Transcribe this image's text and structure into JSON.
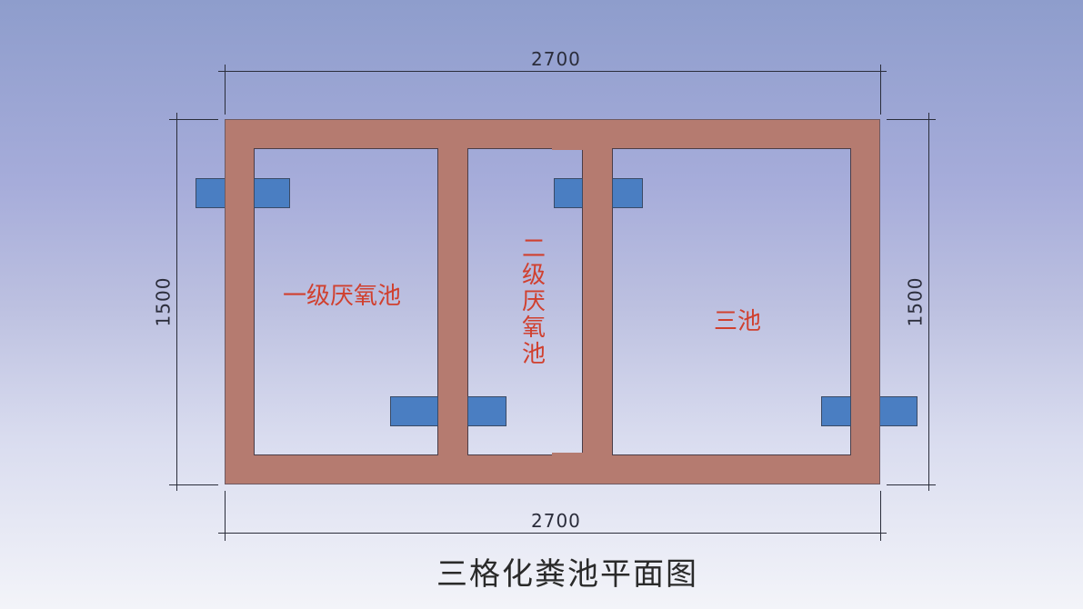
{
  "diagram": {
    "title": "三格化粪池平面图",
    "colors": {
      "wall": "#b57b70",
      "pipe": "#4a7ec2",
      "label": "#d0402f",
      "dimension": "#2b2d3b",
      "background_top": "#8e9dcc",
      "background_bottom": "#f3f4f9"
    },
    "chambers": [
      {
        "label": "一级厌氧池",
        "orientation": "horizontal"
      },
      {
        "label": "二级厌氧池",
        "orientation": "vertical"
      },
      {
        "label": "三池",
        "orientation": "horizontal"
      }
    ],
    "dimensions": {
      "top_width": "2700",
      "bottom_width": "2700",
      "left_height": "1500",
      "right_height": "1500"
    },
    "pipes": [
      {
        "name": "inlet-pipe",
        "position": "left wall, upper"
      },
      {
        "name": "transfer-pipe-1-2",
        "position": "first partition, lower"
      },
      {
        "name": "transfer-pipe-2-3",
        "position": "second partition, upper"
      },
      {
        "name": "outlet-pipe",
        "position": "right wall, lower"
      }
    ]
  }
}
